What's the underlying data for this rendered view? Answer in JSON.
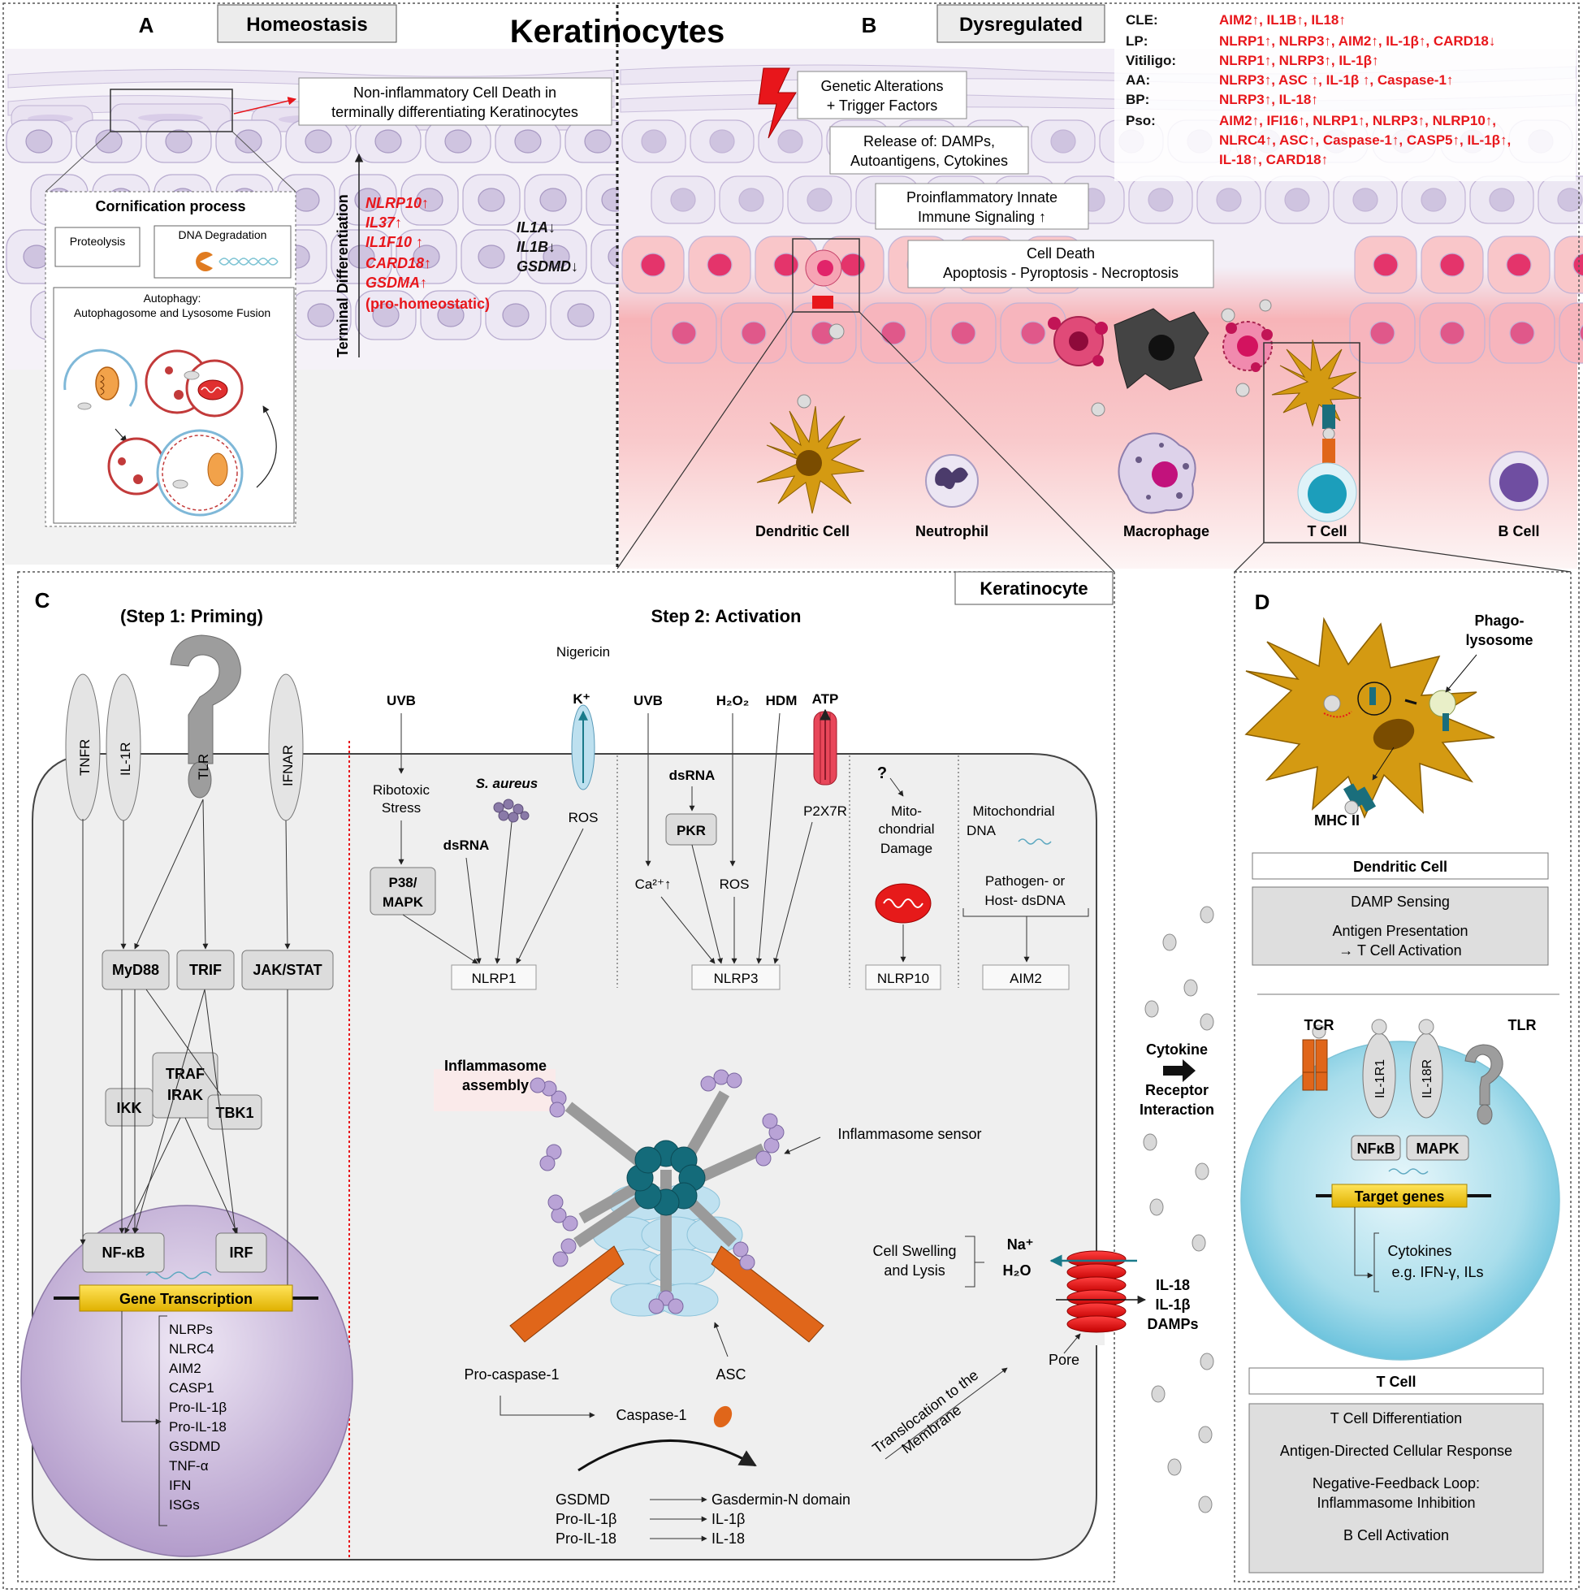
{
  "panel_a": {
    "letter": "A",
    "label": "Homeostasis",
    "noninflam_box": [
      "Non-inflammatory Cell Death in",
      "terminally differentiating Keratinocytes"
    ],
    "cornification_title": "Cornification process",
    "proteolysis": "Proteolysis",
    "dna_degradation": "DNA Degradation",
    "autophagy": [
      "Autophagy:",
      "Autophagosome and Lysosome Fusion"
    ],
    "terminal_diff": "Terminal Differentiation",
    "up_genes": [
      "NLRP10↑",
      "IL37↑",
      "IL1F10 ↑",
      "CARD18↑",
      "GSDMA↑",
      "(pro-homeostatic)"
    ],
    "down_genes": [
      "IL1A↓",
      "IL1B↓",
      "GSDMD↓"
    ]
  },
  "main_title": "Keratinocytes",
  "panel_b": {
    "letter": "B",
    "label": "Dysregulated",
    "genetic_box": [
      "Genetic Alterations",
      "+ Trigger Factors"
    ],
    "release_box": [
      "Release of: DAMPs,",
      "Autoantigens, Cytokines"
    ],
    "proinflam_box": [
      "Proinflammatory Innate",
      "Immune Signaling ↑"
    ],
    "death_box": [
      "Cell Death",
      "Apoptosis - Pyroptosis - Necroptosis"
    ],
    "diseases": [
      {
        "name": "CLE:",
        "lines": [
          "AIM2↑, IL1B↑, IL18↑"
        ]
      },
      {
        "name": "LP:",
        "lines": [
          "NLRP1↑, NLRP3↑, AIM2↑, IL-1β↑, CARD18↓"
        ]
      },
      {
        "name": "Vitiligo:",
        "lines": [
          "NLRP1↑, NLRP3↑, IL-1β↑"
        ]
      },
      {
        "name": "AA:",
        "lines": [
          "NLRP3↑, ASC ↑, IL-1β ↑, Caspase-1↑"
        ]
      },
      {
        "name": "BP:",
        "lines": [
          "NLRP3↑, IL-18↑"
        ]
      },
      {
        "name": "Pso:",
        "lines": [
          "AIM2↑, IFI16↑, NLRP1↑, NLRP3↑, NLRP10↑,",
          "NLRC4↑, ASC↑, Caspase-1↑, CASP5↑, IL-1β↑,",
          "IL-18↑, CARD18↑"
        ]
      }
    ],
    "cells": [
      "Dendritic Cell",
      "Neutrophil",
      "Macrophage",
      "T Cell",
      "B Cell"
    ]
  },
  "panel_c": {
    "letter": "C",
    "keratinocyte_label": "Keratinocyte",
    "step1": "(Step 1: Priming)",
    "step2": "Step 2: Activation",
    "receptors": [
      "TNFR",
      "IL-1R",
      "TLR",
      "IFNAR"
    ],
    "adaptors": [
      "MyD88",
      "TRIF",
      "JAK/STAT"
    ],
    "kinases": [
      "IKK",
      "TRAF",
      "IRAK",
      "TBK1"
    ],
    "tfs": [
      "NF-κB",
      "IRF"
    ],
    "gene_transcription": "Gene Transcription",
    "gene_list": [
      "NLRPs",
      "NLRC4",
      "AIM2",
      "CASP1",
      "Pro-IL-1β",
      "Pro-IL-18",
      "GSDMD",
      "TNF-α",
      "IFN",
      "ISGs"
    ],
    "nlrp1_inputs": {
      "uvb": "UVB",
      "ribotoxic": [
        "Ribotoxic",
        "Stress"
      ],
      "p38": [
        "P38/",
        "MAPK"
      ],
      "dsrna": "dsRNA",
      "saureus": "S. aureus",
      "nigericin": "Nigericin",
      "k": "K⁺",
      "ros": "ROS"
    },
    "nlrp3_inputs": {
      "uvb": "UVB",
      "h2o2": "H₂O₂",
      "hdm": "HDM",
      "atp": "ATP",
      "dsrna": "dsRNA",
      "pkr": "PKR",
      "ca": "Ca²⁺↑",
      "ros": "ROS",
      "p2x7r": "P2X7R"
    },
    "nlrp10_inputs": {
      "q": "?",
      "mito": [
        "Mito-",
        "chondrial",
        "Damage"
      ]
    },
    "aim2_inputs": {
      "mito_dna": [
        "Mitochondrial",
        "DNA"
      ],
      "pathogen": [
        "Pathogen- or",
        "Host- dsDNA"
      ]
    },
    "sensors": [
      "NLRP1",
      "NLRP3",
      "NLRP10",
      "AIM2"
    ],
    "inflammasome_assembly": [
      "Inflammasome",
      "assembly"
    ],
    "inflammasome_sensor": "Inflammasome sensor",
    "asc": "ASC",
    "pro_caspase": "Pro-caspase-1",
    "caspase": "Caspase-1",
    "translocation": [
      "Translocation to the",
      "Membrane"
    ],
    "substrates": [
      "GSDMD",
      "Pro-IL-1β",
      "Pro-IL-18"
    ],
    "products": [
      "Gasdermin-N domain",
      "IL-1β",
      "IL-18"
    ],
    "swelling": [
      "Cell Swelling",
      "and Lysis"
    ],
    "na": "Na⁺",
    "h2o": "H₂O",
    "pore": "Pore",
    "released": [
      "IL-18",
      "IL-1β",
      "DAMPs"
    ]
  },
  "cytokine_interaction": [
    "Cytokine",
    "Receptor",
    "Interaction"
  ],
  "panel_d": {
    "letter": "D",
    "phagolysosome": [
      "Phago-",
      "lysosome"
    ],
    "mhc": "MHC II",
    "dc_title": "Dendritic Cell",
    "dc_functions": [
      "DAMP Sensing",
      "Antigen Presentation",
      "→  T Cell Activation"
    ],
    "tcell_receptors": [
      "TCR",
      "IL-1R1",
      "IL-18R",
      "TLR"
    ],
    "nfkb": "NFκB",
    "mapk": "MAPK",
    "target_genes": "Target genes",
    "cytokines": [
      "Cytokines",
      "e.g. IFN-γ, ILs"
    ],
    "tcell_title": "T Cell",
    "tcell_functions": [
      "T Cell Differentiation",
      "Antigen-Directed Cellular Response",
      "Negative-Feedback Loop:",
      "Inflammasome Inhibition",
      "B Cell Activation"
    ]
  },
  "colors": {
    "red": "#e8161b",
    "panel_gray": "#f2f2f2",
    "gold": "#d4a017",
    "teal": "#1a6e7c",
    "purple": "#b9a3cf",
    "orange": "#e0661a"
  }
}
